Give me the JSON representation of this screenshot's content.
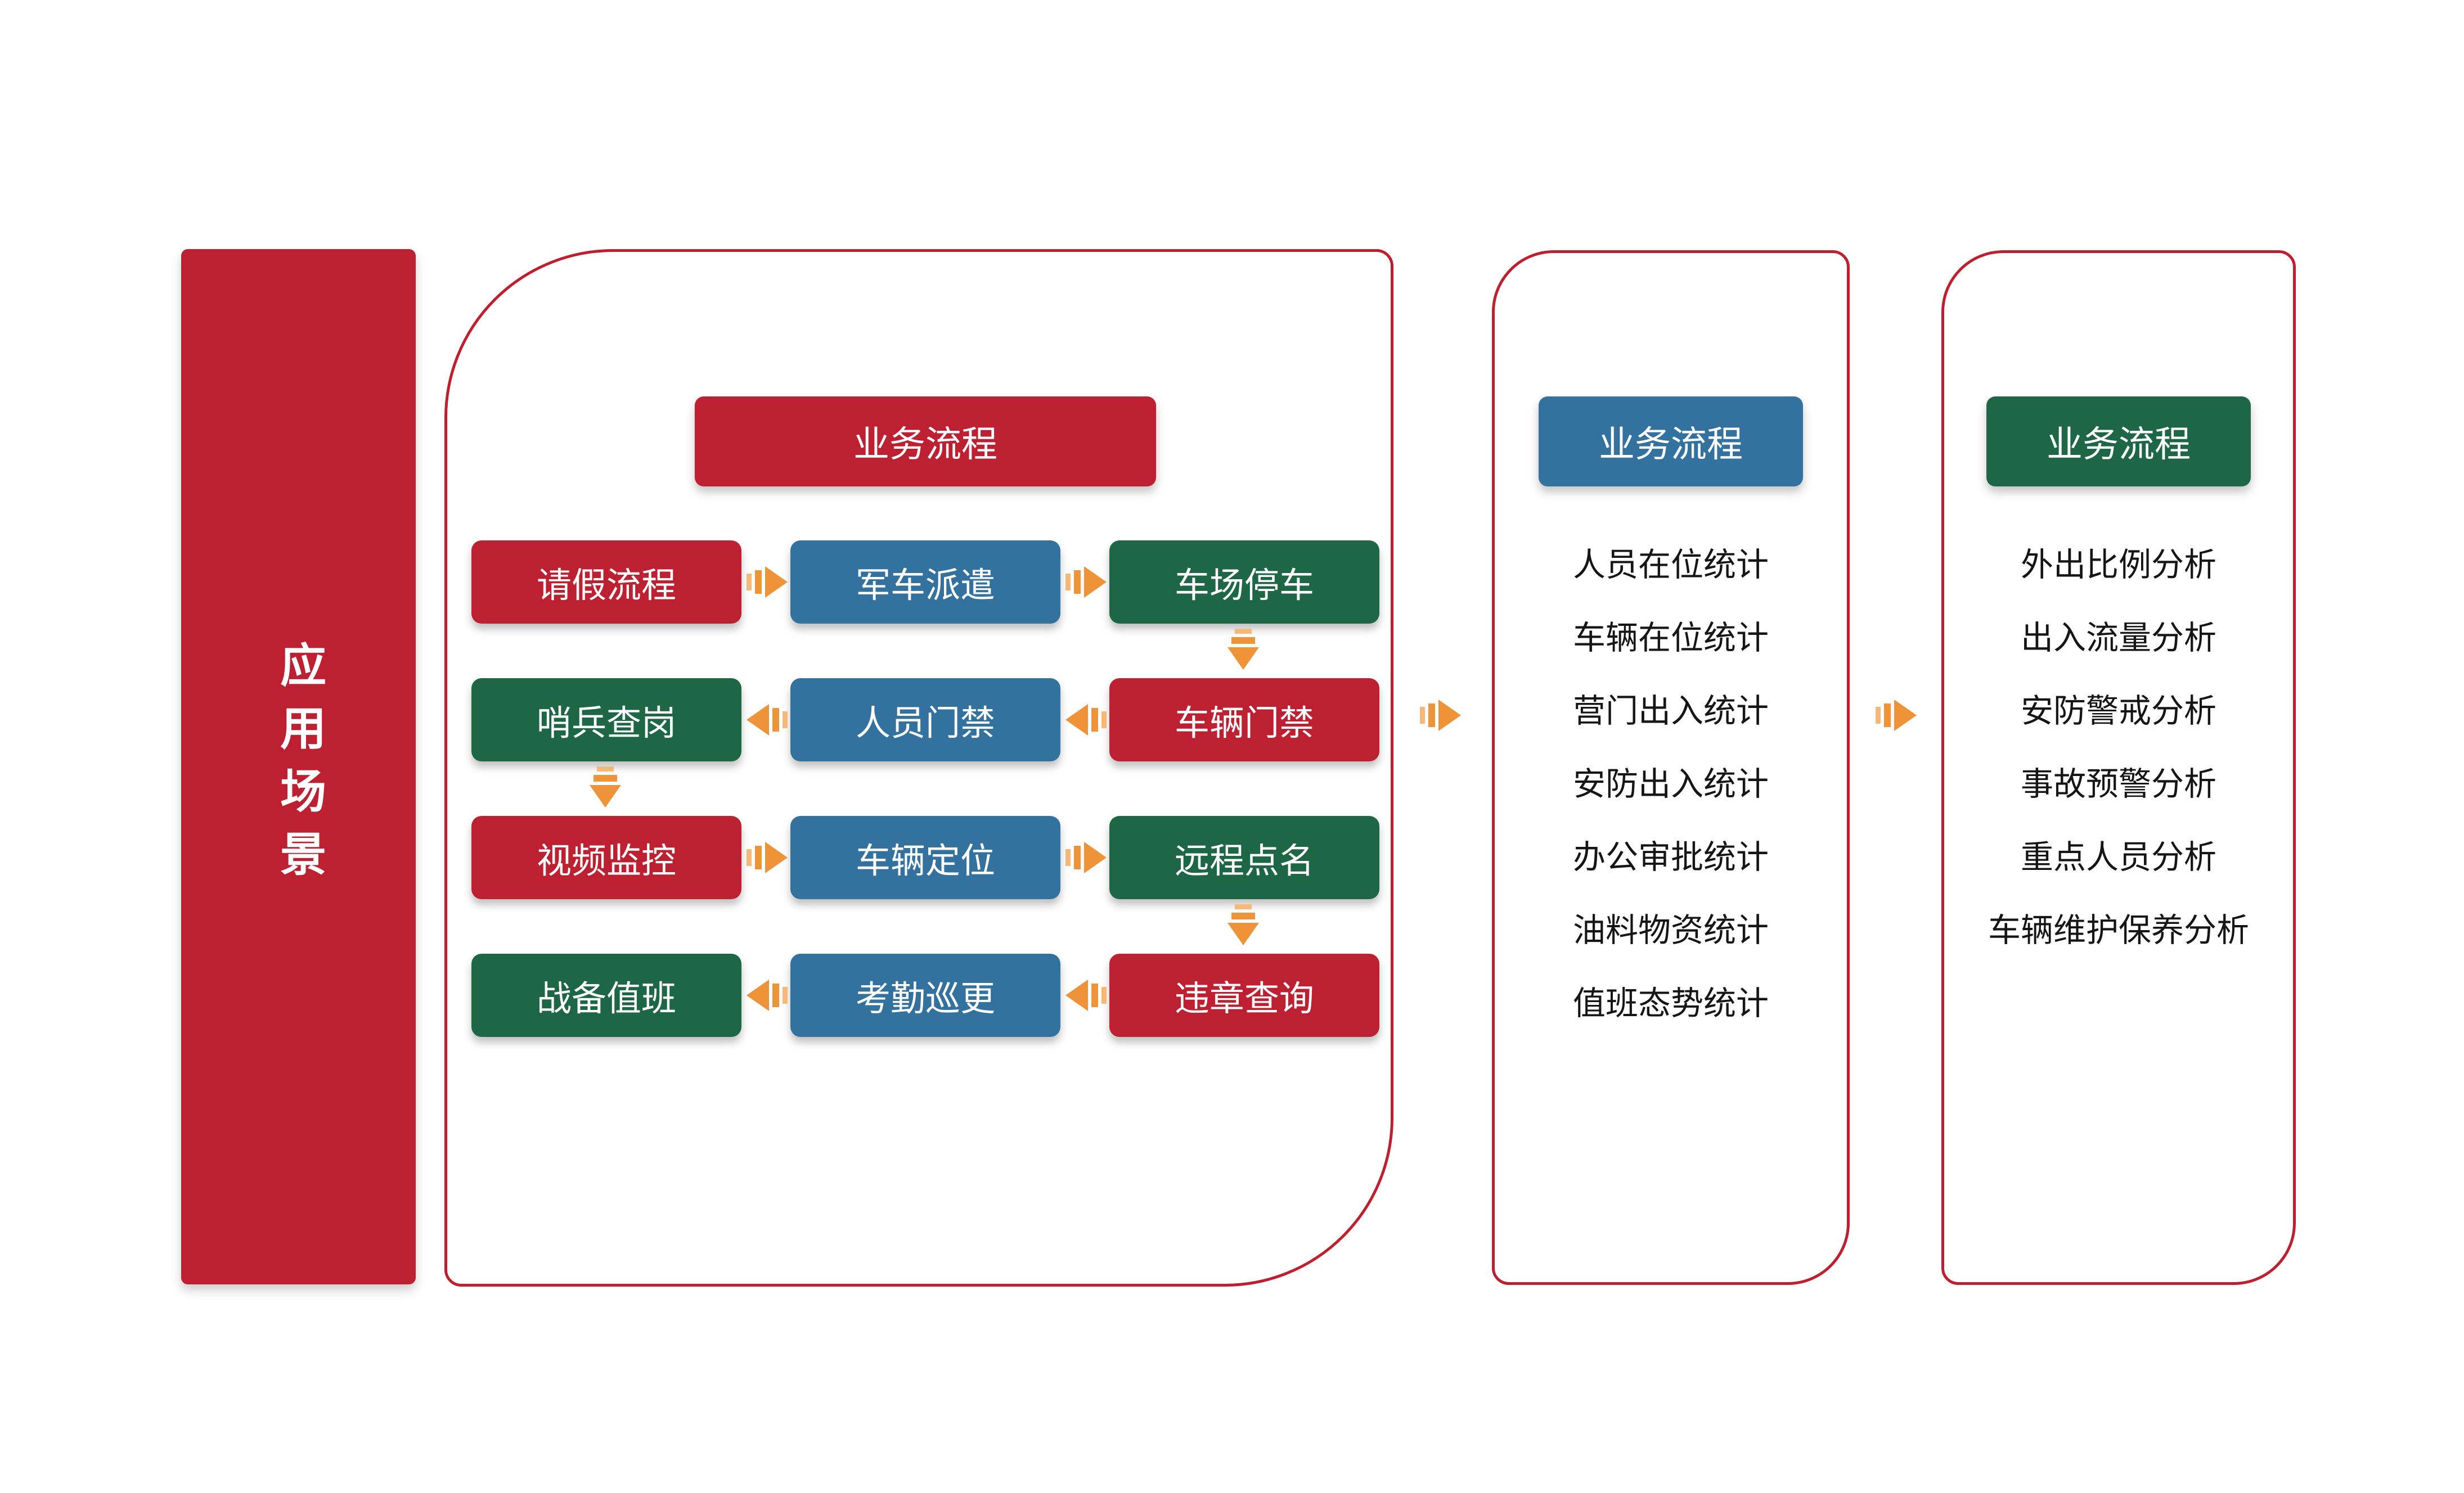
{
  "colors": {
    "red": "#BD2030",
    "blue": "#33719E",
    "green": "#1D6747",
    "orange": "#EF9338",
    "frame_border": "#C01E2E",
    "list_text": "#151515"
  },
  "sidebar": {
    "label": "应用场景"
  },
  "panel1": {
    "header": "业务流程",
    "grid": [
      [
        {
          "label": "请假流程",
          "color": "red"
        },
        {
          "label": "军车派遣",
          "color": "blue"
        },
        {
          "label": "车场停车",
          "color": "green"
        }
      ],
      [
        {
          "label": "哨兵查岗",
          "color": "green"
        },
        {
          "label": "人员门禁",
          "color": "blue"
        },
        {
          "label": "车辆门禁",
          "color": "red"
        }
      ],
      [
        {
          "label": "视频监控",
          "color": "red"
        },
        {
          "label": "车辆定位",
          "color": "blue"
        },
        {
          "label": "远程点名",
          "color": "green"
        }
      ],
      [
        {
          "label": "战备值班",
          "color": "green"
        },
        {
          "label": "考勤巡更",
          "color": "blue"
        },
        {
          "label": "违章查询",
          "color": "red"
        }
      ]
    ]
  },
  "panel2": {
    "header": "业务流程",
    "items": [
      "人员在位统计",
      "车辆在位统计",
      "营门出入统计",
      "安防出入统计",
      "办公审批统计",
      "油料物资统计",
      "值班态势统计"
    ]
  },
  "panel3": {
    "header": "业务流程",
    "items": [
      "外出比例分析",
      "出入流量分析",
      "安防警戒分析",
      "事故预警分析",
      "重点人员分析",
      "车辆维护保养分析"
    ]
  }
}
